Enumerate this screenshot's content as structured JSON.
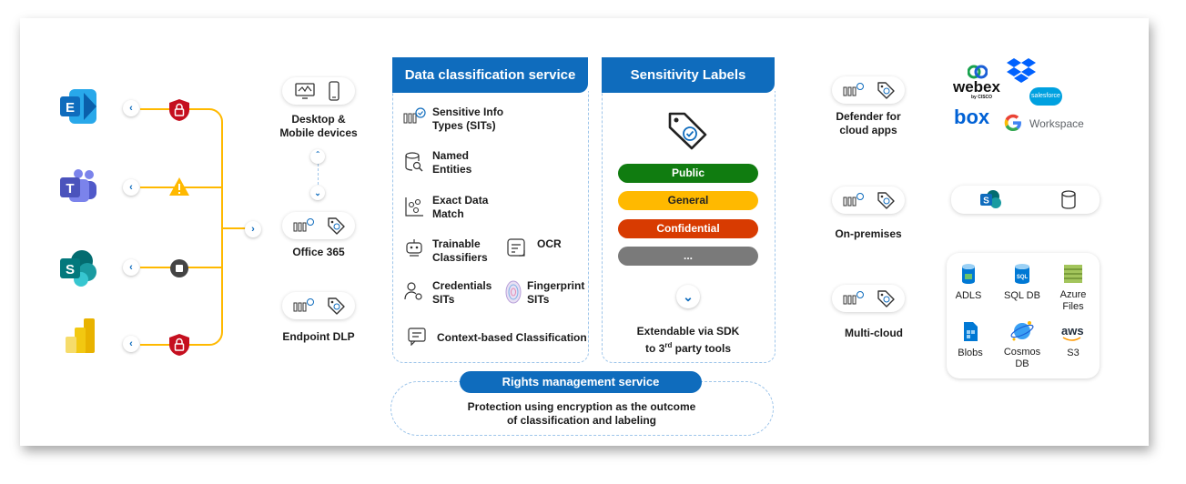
{
  "left_chain": {
    "apps": [
      "exchange-logo",
      "teams-logo",
      "sharepoint-logo",
      "powerbi-logo"
    ],
    "statuses": [
      "shield-lock",
      "warning",
      "stop",
      "shield-lock"
    ]
  },
  "sources": {
    "desktop_mobile": "Desktop & Mobile devices",
    "desktop_mobile_l1": "Desktop &",
    "desktop_mobile_l2": "Mobile devices",
    "office365": "Office 365",
    "endpoint_dlp": "Endpoint DLP"
  },
  "classification": {
    "title": "Data classification service",
    "items": {
      "sit_l1": "Sensitive Info",
      "sit_l2": "Types (SITs)",
      "named_l1": "Named",
      "named_l2": "Entities",
      "edm_l1": "Exact Data",
      "edm_l2": "Match",
      "trainable_l1": "Trainable",
      "trainable_l2": "Classifiers",
      "ocr": "OCR",
      "cred_l1": "Credentials",
      "cred_l2": "SITs",
      "finger_l1": "Fingerprint",
      "finger_l2": "SITs",
      "context": "Context-based Classification"
    }
  },
  "sensitivity": {
    "title": "Sensitivity Labels",
    "labels": [
      {
        "text": "Public",
        "color": "#107c10"
      },
      {
        "text": "General",
        "color": "#ffb900"
      },
      {
        "text": "Confidential",
        "color": "#d83b01"
      },
      {
        "text": "...",
        "color": "#7a7a7a"
      }
    ],
    "footer_l1": "Extendable via SDK",
    "footer_l2_pre": "to 3",
    "footer_sup": "rd",
    "footer_l2_post": " party tools"
  },
  "rights": {
    "title": "Rights management service",
    "desc_l1": "Protection using encryption as the outcome",
    "desc_l2": "of classification and labeling"
  },
  "targets": {
    "defender_l1": "Defender for",
    "defender_l2": "cloud apps",
    "onprem": "On-premises",
    "multicloud": "Multi-cloud"
  },
  "cloud_apps": {
    "webex": "webex",
    "webex_by": "by CISCO",
    "salesforce": "salesforce",
    "box": "box",
    "workspace": "Workspace"
  },
  "storage": {
    "adls": "ADLS",
    "sqldb": "SQL DB",
    "sql_icon": "SQL",
    "azure_l1": "Azure",
    "azure_l2": "Files",
    "blobs": "Blobs",
    "cosmos_l1": "Cosmos",
    "cosmos_l2": "DB",
    "s3": "S3",
    "aws": "aws"
  },
  "colors": {
    "accent": "#0f6cbd",
    "connector": "#ffb900"
  }
}
